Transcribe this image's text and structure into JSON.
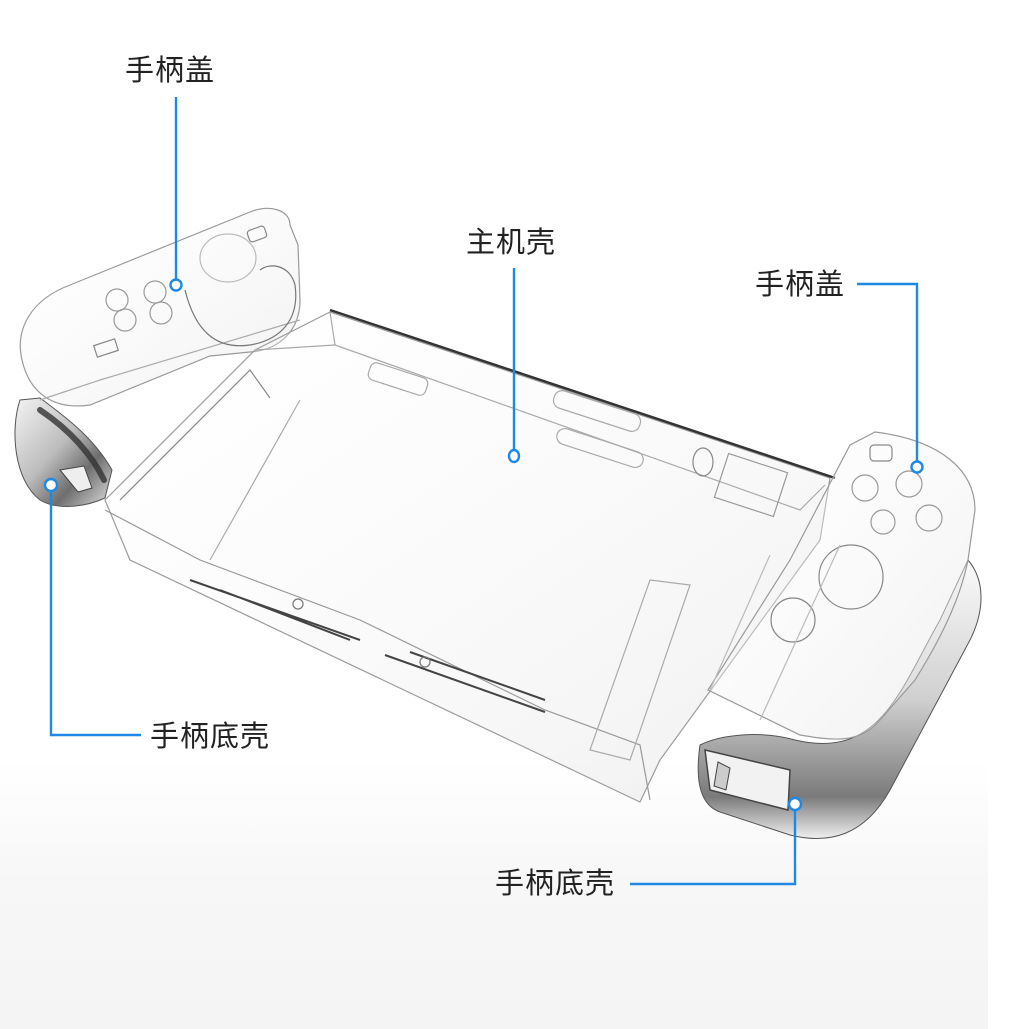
{
  "diagram": {
    "subject": "transparent protective case for handheld game console (exploded view)",
    "accent_color": "#1e88e5",
    "text_color": "#222222",
    "callouts": [
      {
        "id": "left-joycon-cover",
        "label": "手柄盖",
        "dot": [
          176,
          285
        ]
      },
      {
        "id": "console-shell",
        "label": "主机壳",
        "dot": [
          514,
          456
        ]
      },
      {
        "id": "right-joycon-cover",
        "label": "手柄盖",
        "dot": [
          917,
          467
        ]
      },
      {
        "id": "left-joycon-base",
        "label": "手柄底壳",
        "dot": [
          51,
          485
        ]
      },
      {
        "id": "right-joycon-base",
        "label": "手柄底壳",
        "dot": [
          795,
          804
        ]
      }
    ]
  }
}
